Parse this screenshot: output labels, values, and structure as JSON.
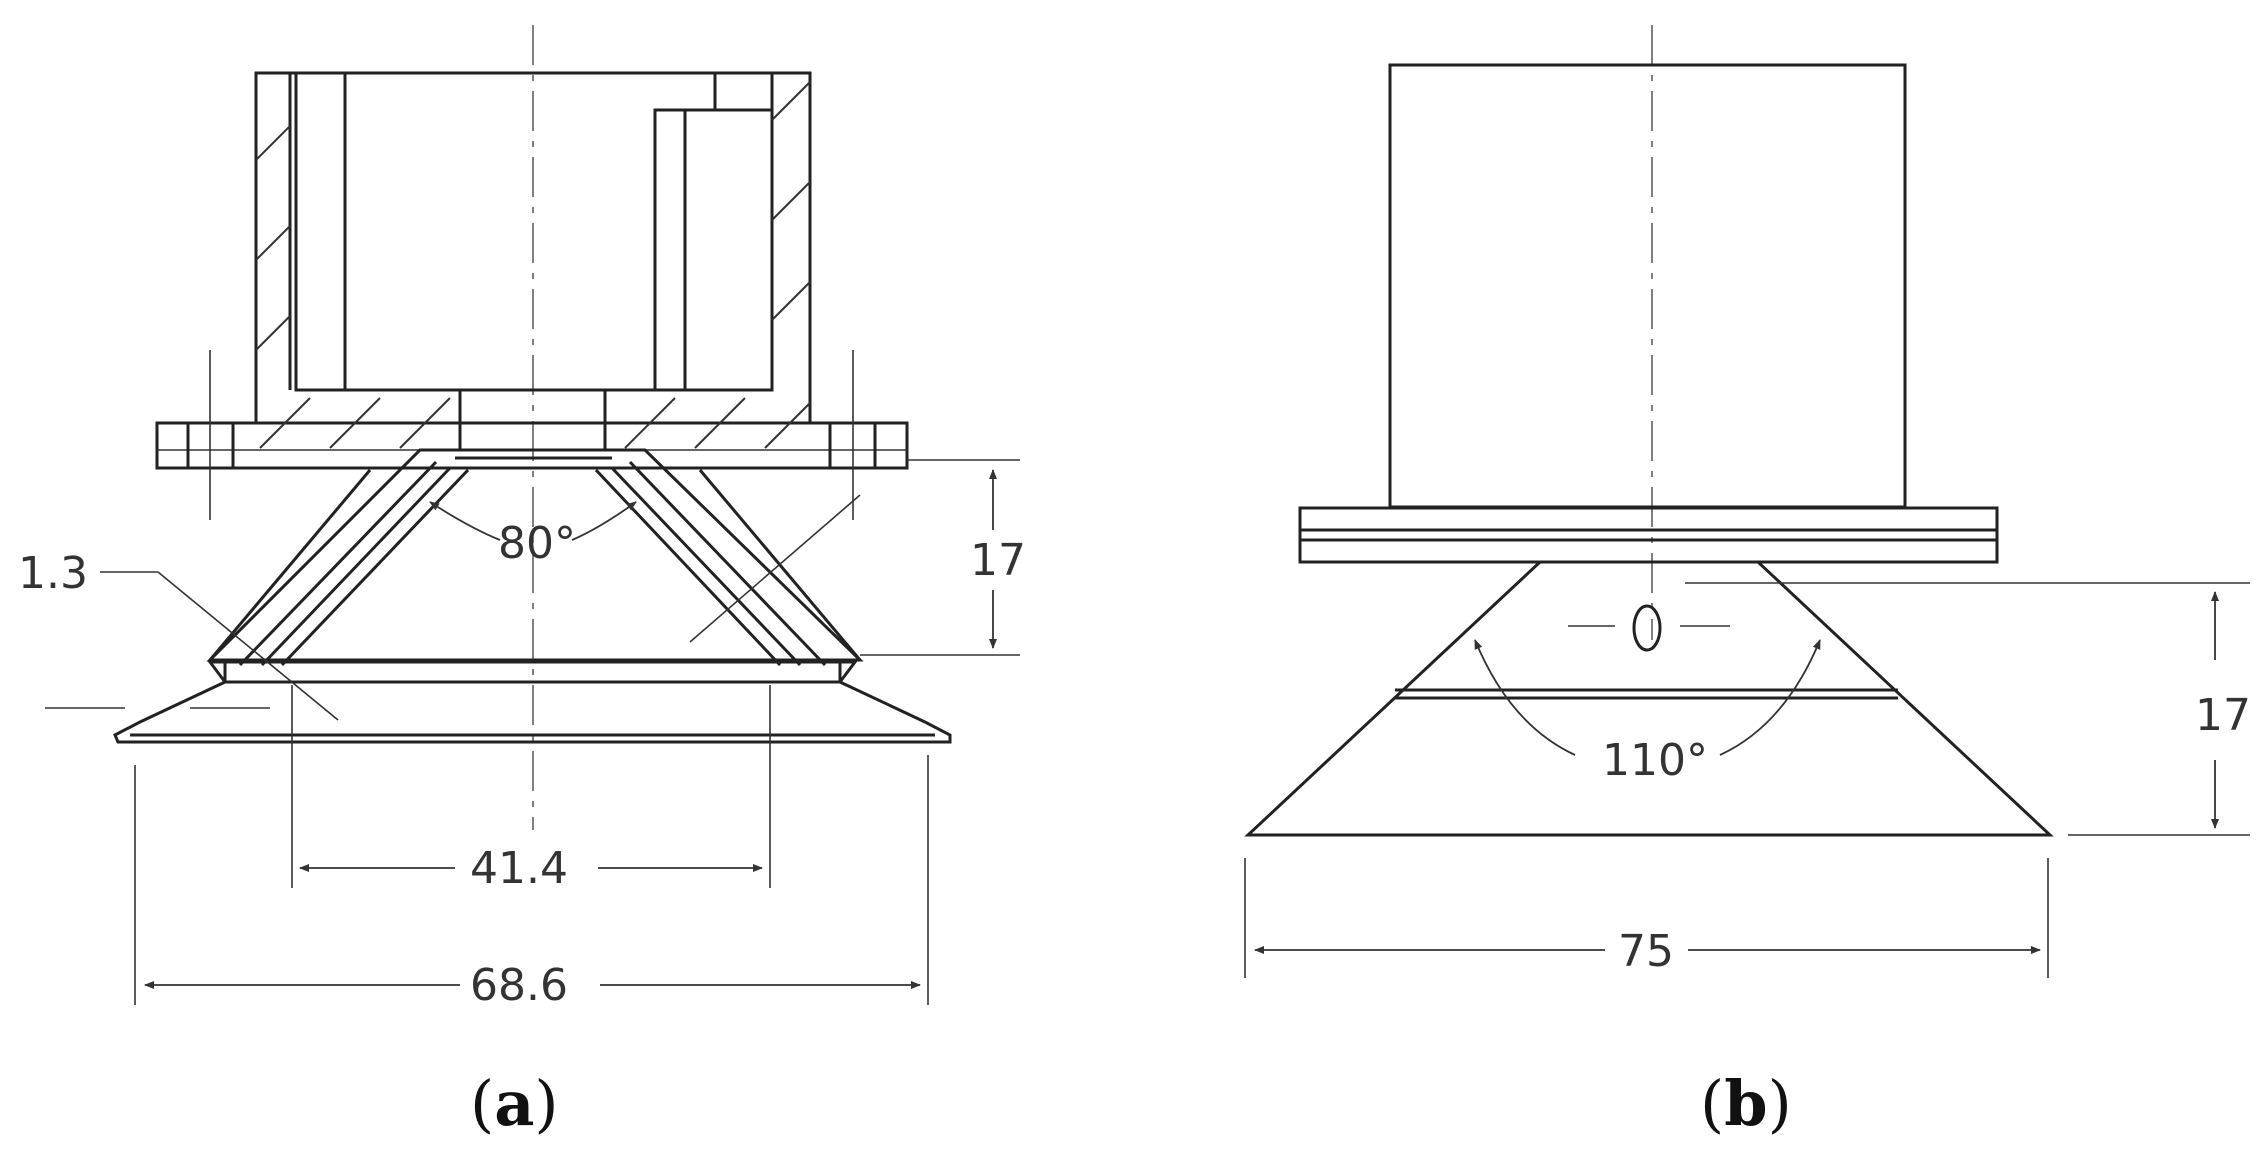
{
  "panel_a": {
    "caption_open": "(",
    "caption_letter": "a",
    "caption_close": ")",
    "dims": {
      "wall_thickness": "1.3",
      "cone_angle": "80°",
      "height": "17",
      "inner_diameter": "41.4",
      "outer_diameter": "68.6"
    }
  },
  "panel_b": {
    "caption_open": "(",
    "caption_letter": "b",
    "caption_close": ")",
    "dims": {
      "cone_angle": "110°",
      "height": "17",
      "outer_diameter": "75"
    }
  }
}
